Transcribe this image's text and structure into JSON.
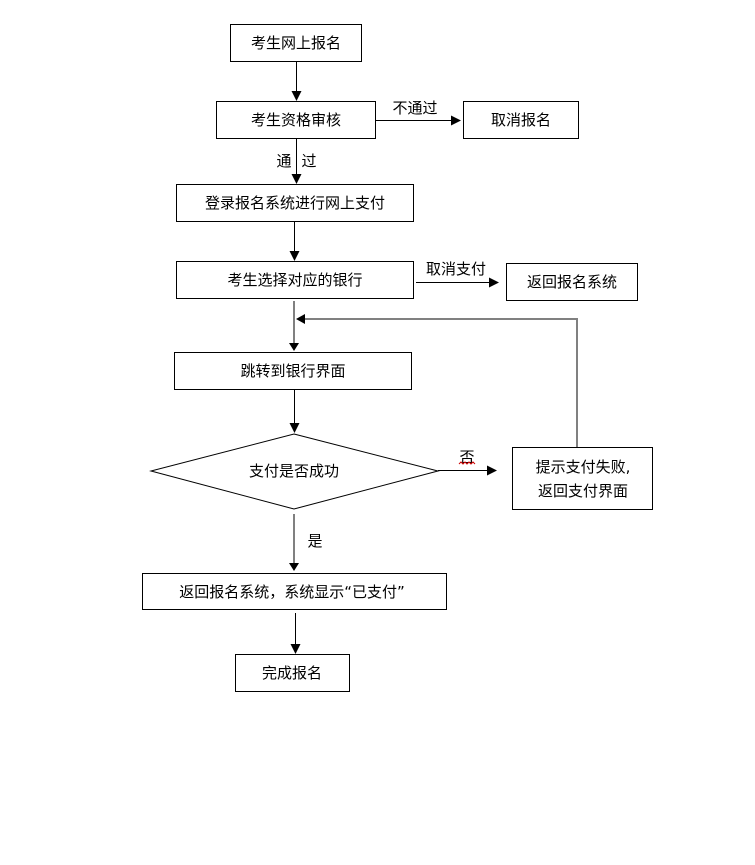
{
  "diagram": {
    "nodes": {
      "online_register": "考生网上报名",
      "qualification_review": "考生资格审核",
      "cancel_register": "取消报名",
      "login_pay": "登录报名系统进行网上支付",
      "select_bank": "考生选择对应的银行",
      "return_system": "返回报名系统",
      "jump_bank": "跳转到银行界面",
      "pay_success": "支付是否成功",
      "pay_fail_line1": "提示支付失败,",
      "pay_fail_line2": "返回支付界面",
      "show_paid": "返回报名系统，系统显示“已支付”",
      "complete": "完成报名"
    },
    "edge_labels": {
      "not_pass": "不通过",
      "pass_1": "通",
      "pass_2": "过",
      "cancel_pay": "取消支付",
      "no": "否",
      "yes": "是"
    },
    "colors": {
      "line": "#000000",
      "loop_line": "#808080",
      "spellcheck": "#cc0000"
    }
  }
}
